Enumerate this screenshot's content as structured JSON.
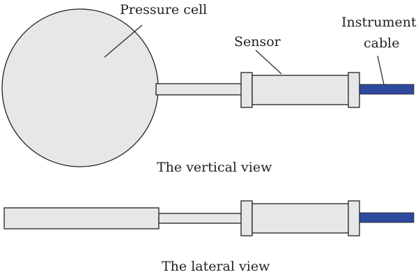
{
  "labels": {
    "pressure_cell": "Pressure cell",
    "sensor": "Sensor",
    "cable_line1": "Instrument",
    "cable_line2": "cable",
    "vertical_view": "The vertical view",
    "lateral_view": "The lateral view"
  },
  "colors": {
    "part_fill": "#e6e7e8",
    "outline": "#231f20",
    "cable": "#2e4a9e"
  }
}
